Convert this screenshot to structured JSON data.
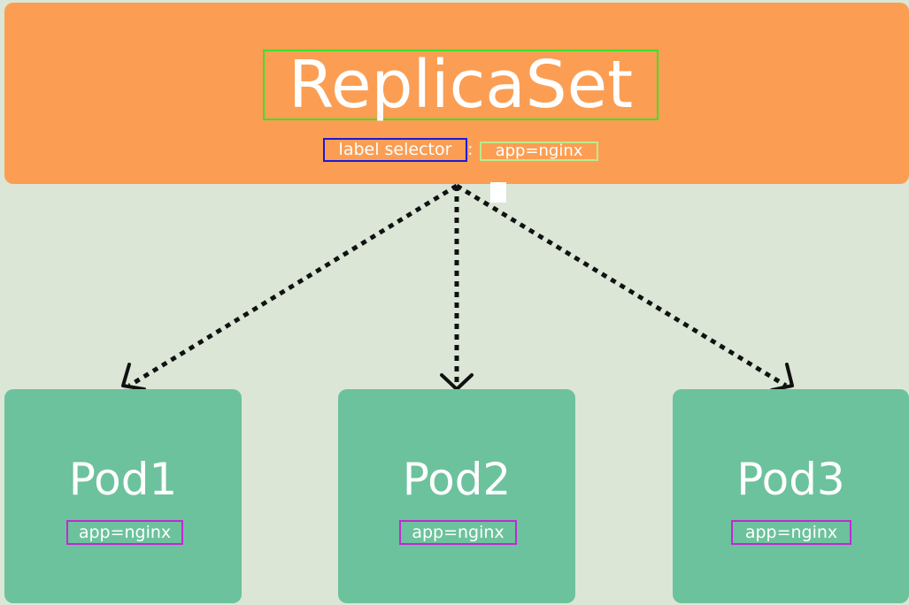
{
  "replicaset": {
    "title": "ReplicaSet",
    "selector_label": "label selector",
    "selector_separator": ":",
    "selector_value": "app=nginx"
  },
  "pods": [
    {
      "name": "Pod1",
      "label": "app=nginx"
    },
    {
      "name": "Pod2",
      "label": "app=nginx"
    },
    {
      "name": "Pod3",
      "label": "app=nginx"
    }
  ],
  "colors": {
    "replicaset_fill": "#fb9e53",
    "pod_fill": "#6cc29c",
    "background": "#dbe6d6",
    "arrow": "#111111"
  }
}
